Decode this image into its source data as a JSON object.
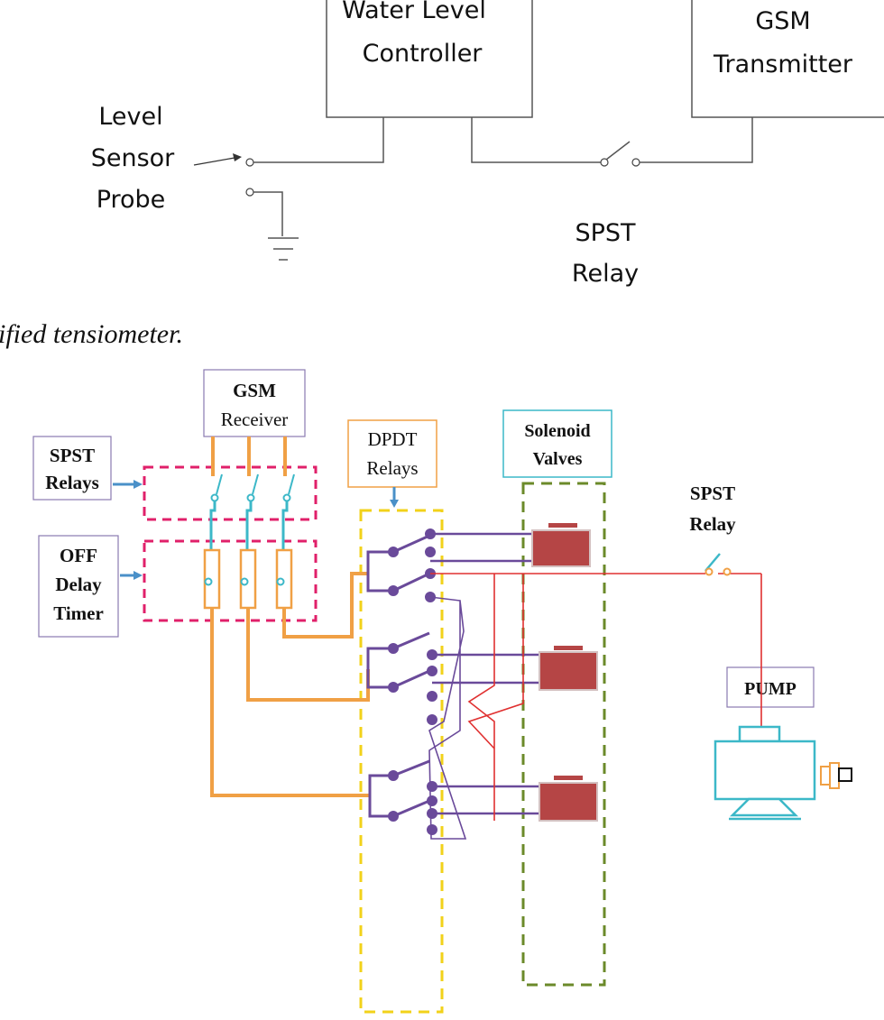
{
  "top_circuit": {
    "controller_line1": "Water Level",
    "controller_line2": "Controller",
    "transmitter_line1": "GSM",
    "transmitter_line2": "Transmitter",
    "sensor_line1": "Level",
    "sensor_line2": "Sensor",
    "sensor_line3": "Probe",
    "relay_line1": "SPST",
    "relay_line2": "Relay"
  },
  "caption_fragment": "ified tensiometer.",
  "bottom_circuit": {
    "gsm_receiver_line1": "GSM",
    "gsm_receiver_line2": "Receiver",
    "spst_relays_line1": "SPST",
    "spst_relays_line2": "Relays",
    "off_delay_line1": "OFF",
    "off_delay_line2": "Delay",
    "off_delay_line3": "Timer",
    "dpdt_line1": "DPDT",
    "dpdt_line2": "Relays",
    "solenoid_line1": "Solenoid",
    "solenoid_line2": "Valves",
    "spst_relay_line1": "SPST",
    "spst_relay_line2": "Relay",
    "pump_label": "PUMP"
  },
  "colors": {
    "orange": "#f0a045",
    "purple": "#6a4a9a",
    "red_wire": "#e03030",
    "cyan": "#3cb8c8",
    "magenta_dash": "#e0206a",
    "yellow_dash": "#f2d21a",
    "green_dash": "#6b8a2a",
    "valve_red": "#b54545",
    "arrow_blue": "#4a90c8"
  }
}
